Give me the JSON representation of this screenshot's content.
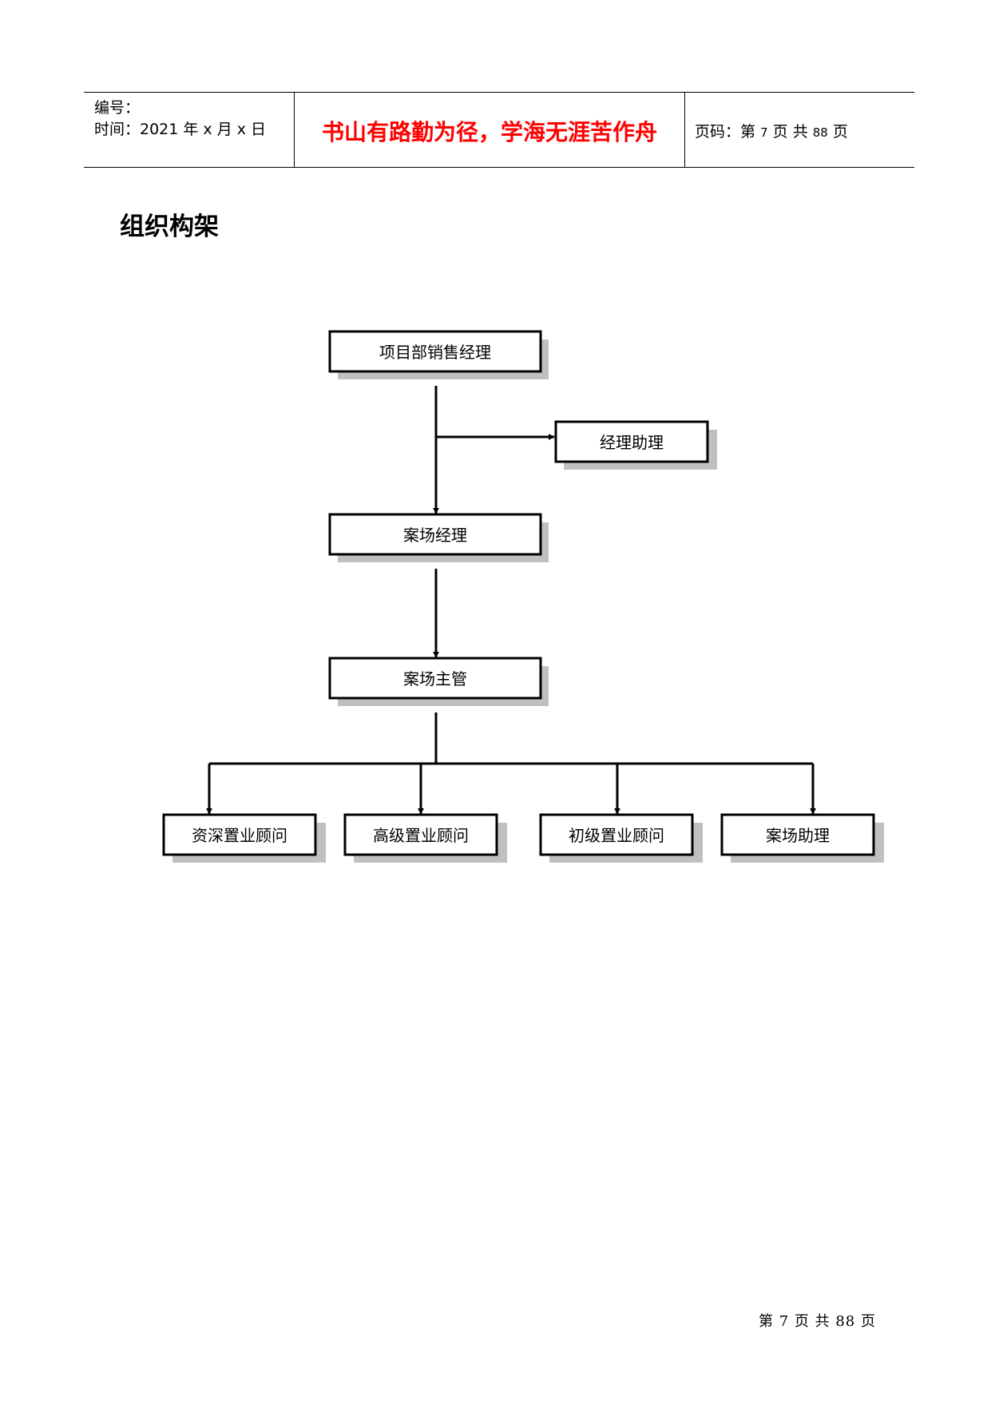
{
  "header": {
    "number_label": "编号：",
    "time_label": "时间：2021 年 x 月 x 日",
    "motto": "书山有路勤为径，学海无涯苦作舟",
    "page_prefix": "页码：第",
    "page_current": "7",
    "page_mid": "页  共",
    "page_total": "88",
    "page_suffix": "页"
  },
  "section": {
    "title": "组织构架"
  },
  "org_chart": {
    "nodes": {
      "manager": "项目部销售经理",
      "assistant": "经理助理",
      "site_manager": "案场经理",
      "site_supervisor": "案场主管",
      "senior_consultant": "资深置业顾问",
      "advanced_consultant": "高级置业顾问",
      "junior_consultant": "初级置业顾问",
      "site_assistant": "案场助理"
    }
  },
  "footer": {
    "text": "第 7 页 共 88 页"
  }
}
